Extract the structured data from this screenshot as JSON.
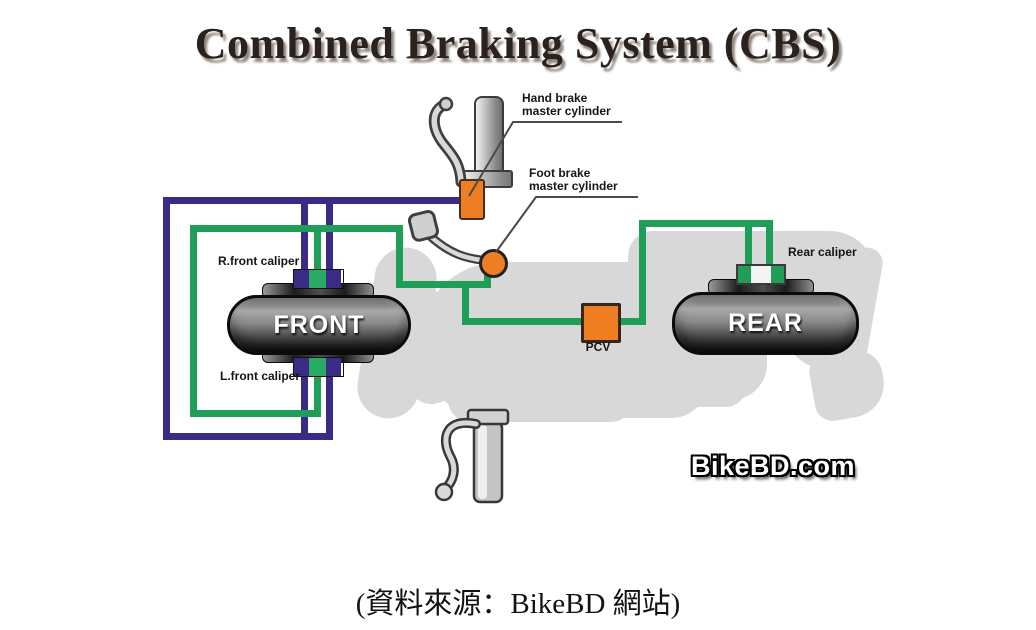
{
  "title": "Combined Braking System (CBS)",
  "caption": "(資料來源：BikeBD 網站)",
  "watermark": "BikeBD.com",
  "diagram": {
    "labels": {
      "hand_brake_line1": "Hand brake",
      "hand_brake_line2": "master cylinder",
      "foot_brake_line1": "Foot brake",
      "foot_brake_line2": "master cylinder",
      "r_front_caliper": "R.front caliper",
      "l_front_caliper": "L.front caliper",
      "rear_caliper": "Rear caliper",
      "pcv": "PCV",
      "front_wheel": "FRONT",
      "rear_wheel": "REAR"
    },
    "colors": {
      "hand_brake_circuit": "#3b2b87",
      "foot_brake_circuit": "#1e9e57",
      "component_orange": "#ef7d22",
      "silhouette_gray": "#d8d8d8"
    }
  }
}
